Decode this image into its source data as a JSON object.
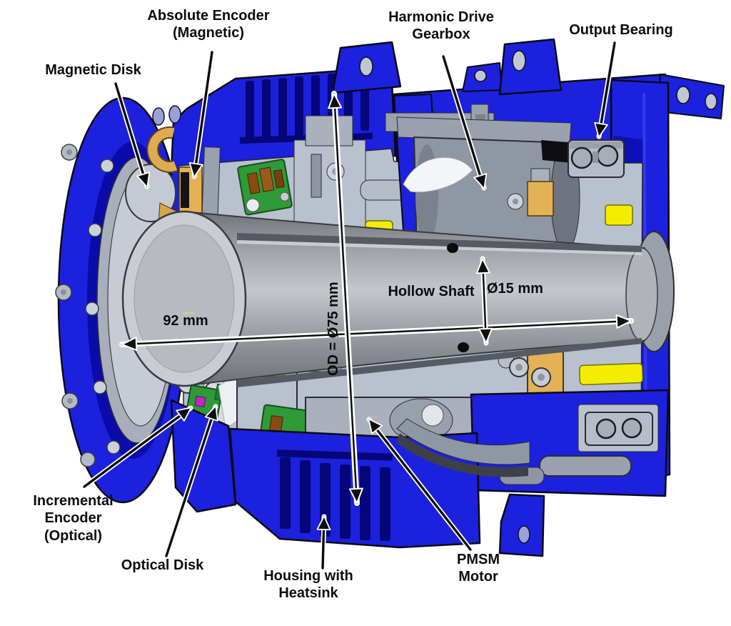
{
  "figure": {
    "description": "Sectioned CAD rendering of a compact robotic joint actuator with callout labels and dimension annotations",
    "background_color": "#ffffff",
    "callouts": {
      "magnetic_disk": "Magnetic Disk",
      "absolute_encoder": "Absolute Encoder (Magnetic)",
      "harmonic_drive": "Harmonic Drive Gearbox",
      "output_bearing": "Output Bearing",
      "hollow_shaft": "Hollow Shaft",
      "incremental_encoder": "Incremental Encoder (Optical)",
      "optical_disk": "Optical Disk",
      "housing_heatsink": "Housing with Heatsink",
      "pmsm_motor": "PMSM Motor"
    },
    "dimensions": {
      "overall_length": "92 mm",
      "outer_diameter": "OD = Ø75 mm",
      "bore_diameter": "Ø15 mm"
    },
    "colors": {
      "housing_blue": "#1c21dd",
      "housing_blue_dark": "#0a0caa",
      "housing_blue_deep": "#05067a",
      "metal_light_gray": "#b9c0ce",
      "metal_mid_gray": "#9aa1ad",
      "shaft_gray": "#95989d",
      "magnet_yellow": "#f3ee00",
      "magnet_holder_orange": "#e4b254",
      "pcb_green": "#2e9a38",
      "annotation_black": "#0c0c0c"
    }
  }
}
